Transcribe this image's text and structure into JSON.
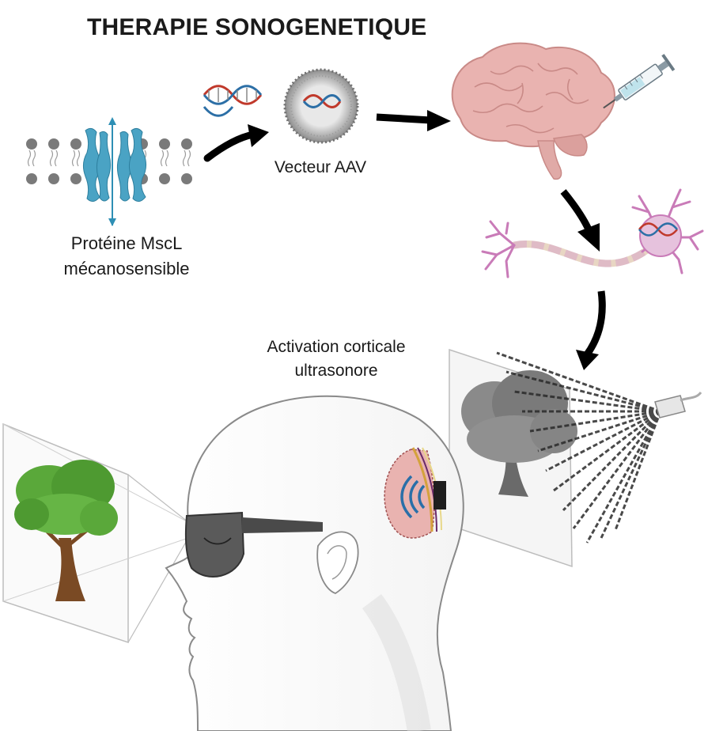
{
  "title": "THERAPIE SONOGENETIQUE",
  "labels": {
    "protein_line1": "Protéine MscL",
    "protein_line2": "mécanosensible",
    "vector": "Vecteur AAV",
    "activation_line1": "Activation corticale",
    "activation_line2": "ultrasonore"
  },
  "colors": {
    "membrane_lipid": "#7a7a7a",
    "channel": "#4aa3c4",
    "dna_red": "#c0392b",
    "dna_blue": "#2c6fa6",
    "brain": "#e9b3b0",
    "neuron": "#c97bb8",
    "arrow": "#000000",
    "tree_leaves": "#5aa83a",
    "tree_trunk": "#7a4a24",
    "glasses": "#5a5a5a",
    "transducer": "#1e1e1e",
    "ultrasound_waves": "#2a6fa8"
  },
  "icons": [
    "dna-icon",
    "aav-capsid-icon",
    "syringe-icon",
    "brain-icon",
    "neuron-icon",
    "tree-icon",
    "ultrasound-probe-icon",
    "head-silhouette-icon",
    "glasses-icon"
  ]
}
